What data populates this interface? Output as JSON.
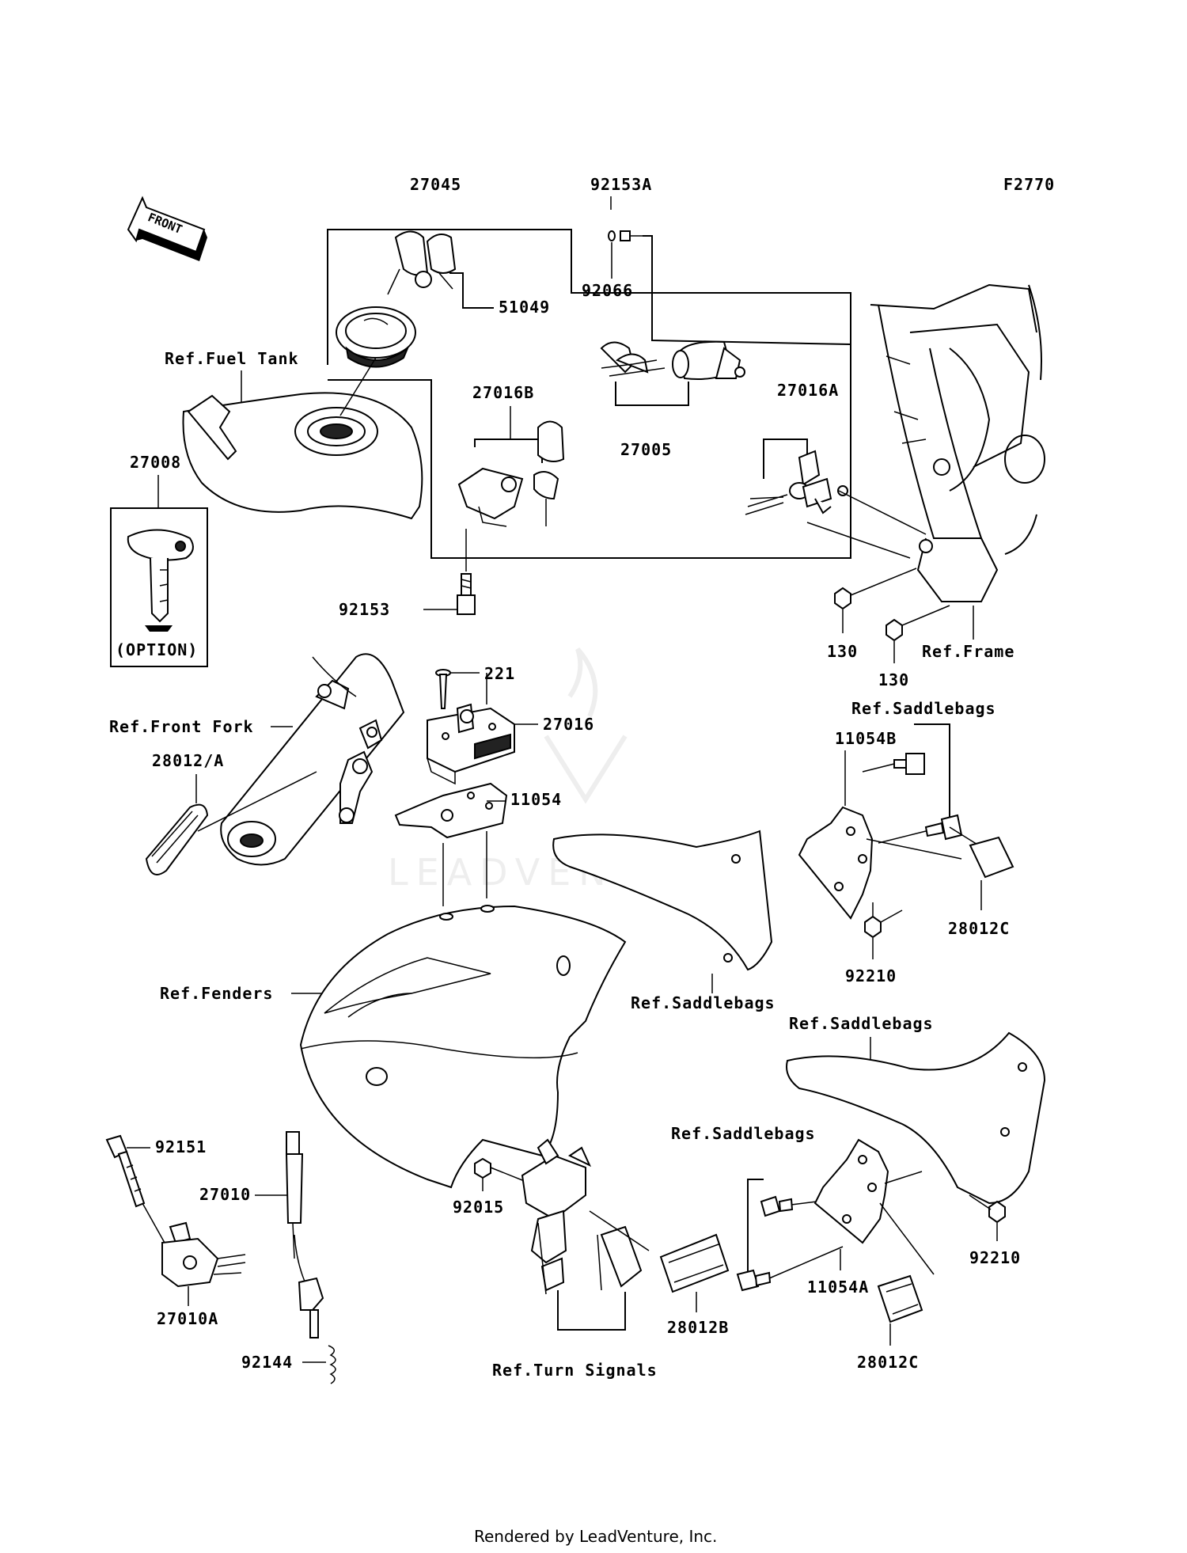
{
  "figure_code": "F2770",
  "front_label": "FRONT",
  "option_label": "(OPTION)",
  "footer": "Rendered by LeadVenture, Inc.",
  "watermark": "LEADVENTURE",
  "parts": {
    "p27045": "27045",
    "p92153A": "92153A",
    "p92066": "92066",
    "p51049": "51049",
    "p27016B": "27016B",
    "p27005": "27005",
    "p27016A": "27016A",
    "p27008": "27008",
    "p92153": "92153",
    "p130a": "130",
    "p130b": "130",
    "p221": "221",
    "p27016": "27016",
    "p28012A": "28012/A",
    "p11054": "11054",
    "p11054B": "11054B",
    "p28012C_top": "28012C",
    "p92210_top": "92210",
    "p92151": "92151",
    "p27010": "27010",
    "p27010A": "27010A",
    "p92144": "92144",
    "p92015": "92015",
    "p28012B": "28012B",
    "p11054A": "11054A",
    "p92210_bot": "92210",
    "p28012C_bot": "28012C"
  },
  "refs": {
    "fuel_tank": "Ref.Fuel Tank",
    "frame": "Ref.Frame",
    "front_fork": "Ref.Front Fork",
    "saddlebags_1": "Ref.Saddlebags",
    "fenders": "Ref.Fenders",
    "saddlebags_2": "Ref.Saddlebags",
    "saddlebags_3": "Ref.Saddlebags",
    "saddlebags_4": "Ref.Saddlebags",
    "turn_signals": "Ref.Turn Signals"
  }
}
